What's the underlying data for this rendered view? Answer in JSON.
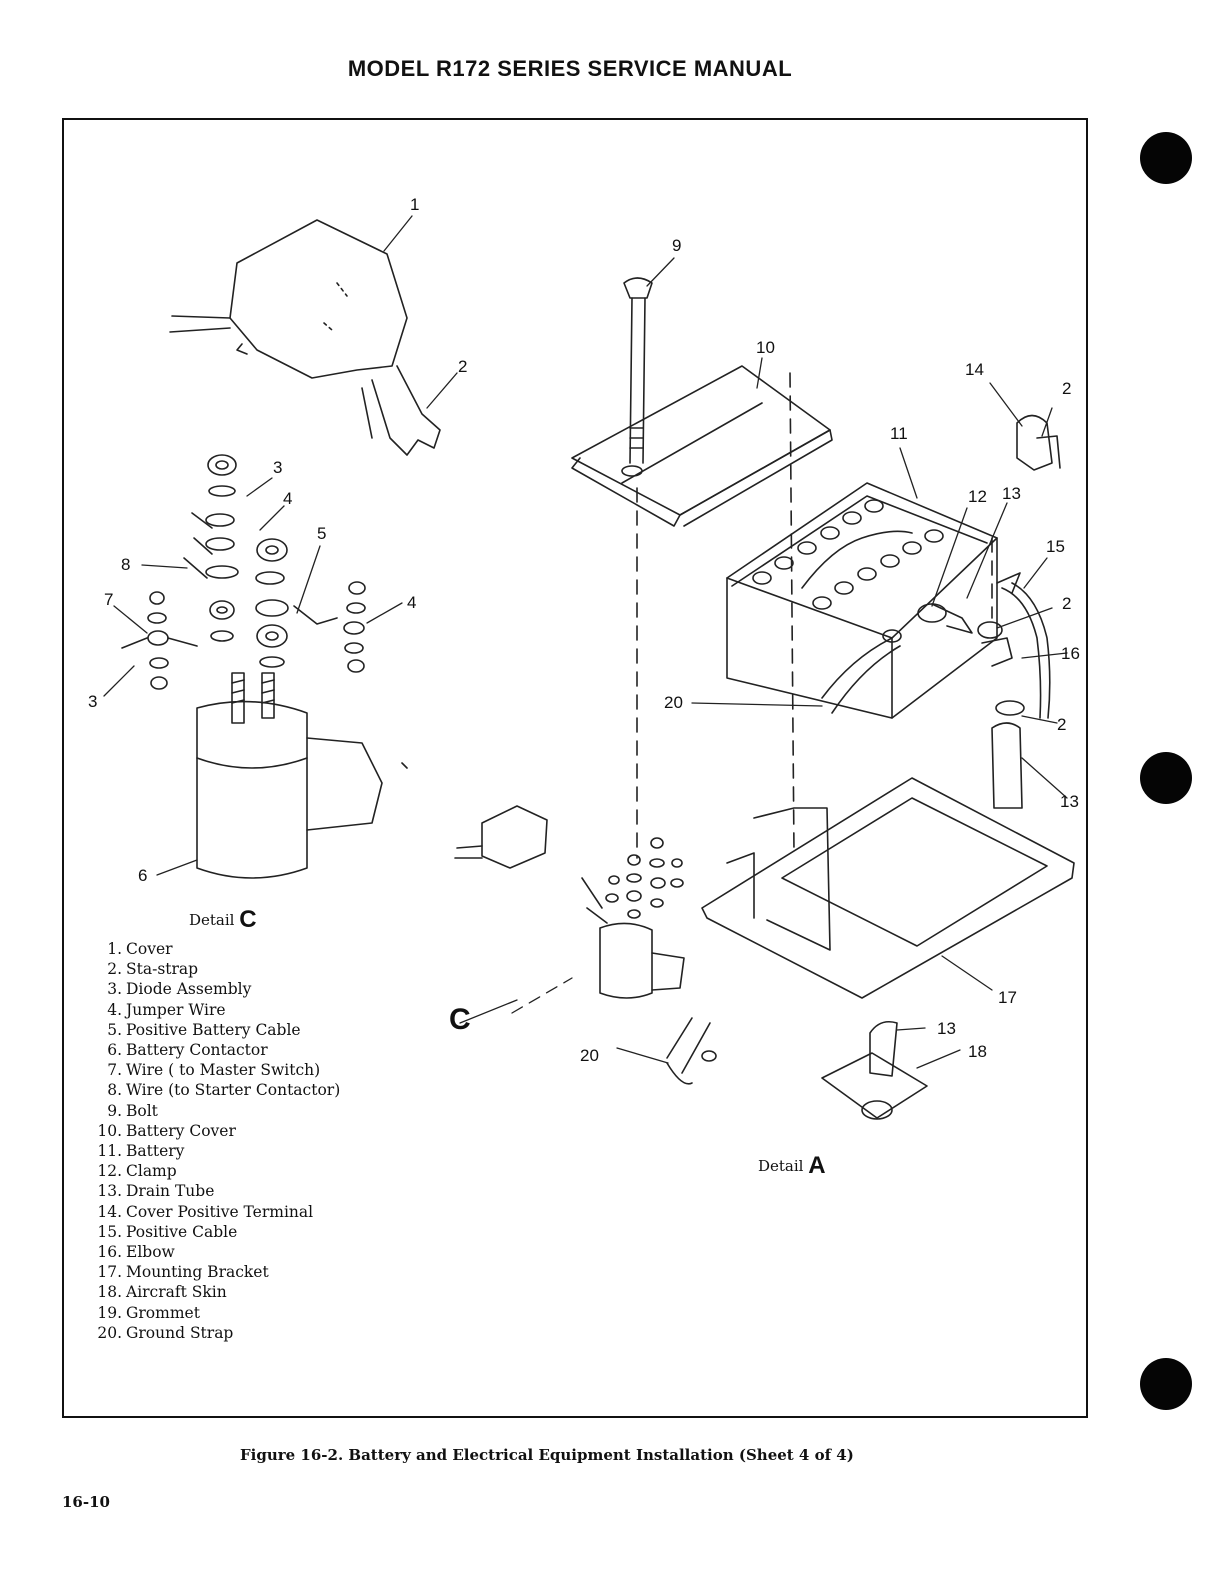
{
  "header": {
    "title": "MODEL R172 SERIES SERVICE MANUAL"
  },
  "figure": {
    "caption": "Figure 16-2.  Battery and Electrical Equipment Installation (Sheet 4 of 4)",
    "detail_c": {
      "label": "Detail",
      "letter": "C"
    },
    "detail_a": {
      "label": "Detail",
      "letter": "A"
    },
    "callout_c": "C",
    "callouts": [
      "1",
      "2",
      "3",
      "4",
      "5",
      "8",
      "7",
      "4",
      "3",
      "6",
      "9",
      "10",
      "14",
      "2",
      "11",
      "12",
      "13",
      "15",
      "2",
      "16",
      "20",
      "2",
      "13",
      "17",
      "13",
      "18",
      "20"
    ]
  },
  "legend": [
    {
      "num": "1.",
      "label": "Cover"
    },
    {
      "num": "2.",
      "label": "Sta-strap"
    },
    {
      "num": "3.",
      "label": "Diode Assembly"
    },
    {
      "num": "4.",
      "label": "Jumper Wire"
    },
    {
      "num": "5.",
      "label": "Positive Battery Cable"
    },
    {
      "num": "6.",
      "label": "Battery Contactor"
    },
    {
      "num": "7.",
      "label": "Wire ( to Master Switch)"
    },
    {
      "num": "8.",
      "label": "Wire (to Starter Contactor)"
    },
    {
      "num": "9.",
      "label": "Bolt"
    },
    {
      "num": "10.",
      "label": "Battery Cover"
    },
    {
      "num": "11.",
      "label": "Battery"
    },
    {
      "num": "12.",
      "label": "Clamp"
    },
    {
      "num": "13.",
      "label": "Drain Tube"
    },
    {
      "num": "14.",
      "label": "Cover Positive Terminal"
    },
    {
      "num": "15.",
      "label": "Positive Cable"
    },
    {
      "num": "16.",
      "label": "Elbow"
    },
    {
      "num": "17.",
      "label": "Mounting Bracket"
    },
    {
      "num": "18.",
      "label": "Aircraft Skin"
    },
    {
      "num": "19.",
      "label": "Grommet"
    },
    {
      "num": "20.",
      "label": "Ground Strap"
    }
  ],
  "page_number": "16-10"
}
